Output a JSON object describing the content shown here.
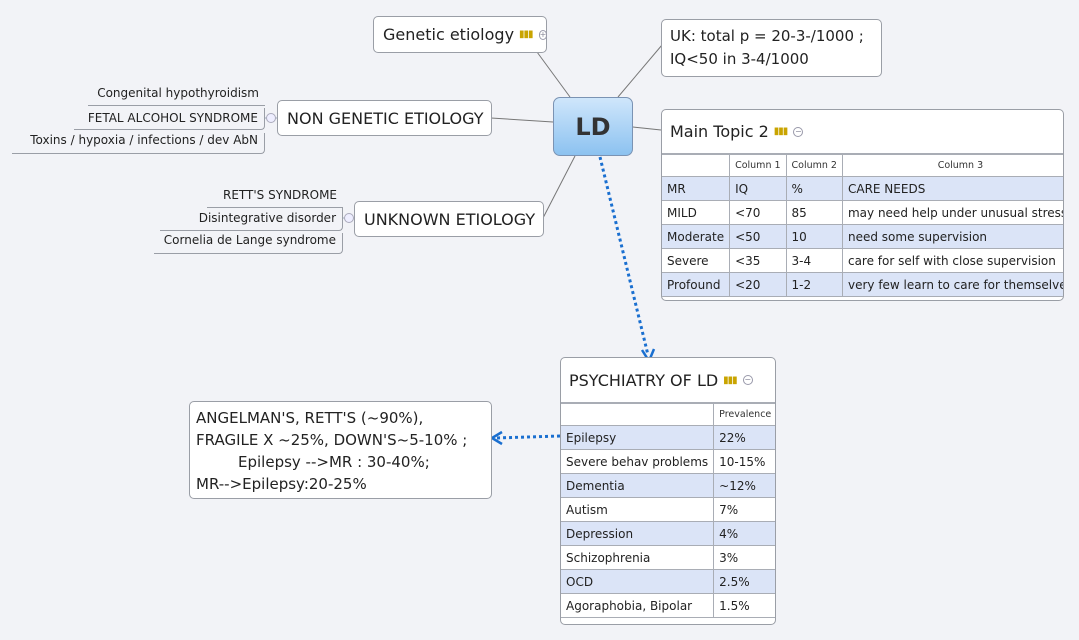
{
  "central": {
    "label": "LD"
  },
  "genetic": {
    "label": "Genetic etiology",
    "icon": "chart-icon",
    "expand_icon": "plus-circle-icon"
  },
  "uk_note": {
    "lines": [
      "UK: total p = 20-3-/1000 ;",
      "IQ<50 in 3-4/1000"
    ]
  },
  "non_genetic": {
    "label": "NON GENETIC ETIOLOGY",
    "children": [
      "Congenital hypothyroidism",
      "FETAL ALCOHOL SYNDROME",
      "Toxins / hypoxia / infections / dev AbN"
    ]
  },
  "unknown": {
    "label": "UNKNOWN ETIOLOGY",
    "children": [
      "RETT'S SYNDROME",
      "Disintegrative disorder",
      "Cornelia de Lange syndrome"
    ]
  },
  "main_topic_2": {
    "title": "Main Topic 2",
    "headers": [
      "",
      "Column 1",
      "Column 2",
      "Column 3"
    ],
    "rows": [
      [
        "MR",
        "IQ",
        "%",
        "CARE NEEDS"
      ],
      [
        "MILD",
        "<70",
        "85",
        "may need help under unusual stress"
      ],
      [
        "Moderate",
        " <50",
        "10",
        "need some supervision"
      ],
      [
        "Severe",
        "<35",
        "3-4",
        "care for self with close supervision"
      ],
      [
        "Profound",
        "<20",
        "1-2",
        "very few learn to care for themselves"
      ]
    ]
  },
  "psychiatry": {
    "title": "PSYCHIATRY OF LD",
    "headers": [
      "",
      "Prevalence"
    ],
    "rows": [
      [
        "Epilepsy",
        "22%"
      ],
      [
        "Severe behav problems",
        "10-15%"
      ],
      [
        "Dementia",
        "~12%"
      ],
      [
        "Autism",
        "7%"
      ],
      [
        "Depression",
        "4%"
      ],
      [
        "Schizophrenia",
        "3%"
      ],
      [
        "OCD",
        "2.5%"
      ],
      [
        "Agoraphobia, Bipolar",
        "1.5%"
      ]
    ]
  },
  "epilepsy_note": {
    "lines": [
      "ANGELMAN'S, RETT'S (~90%),",
      "FRAGILE X ~25%, DOWN'S~5-10% ;",
      "Epilepsy -->MR : 30-40%;",
      "MR-->Epilepsy:20-25%"
    ]
  },
  "colors": {
    "central": "#8cc2f0",
    "row_alt": "#dbe4f7",
    "relationship": "#1a6fd0"
  }
}
